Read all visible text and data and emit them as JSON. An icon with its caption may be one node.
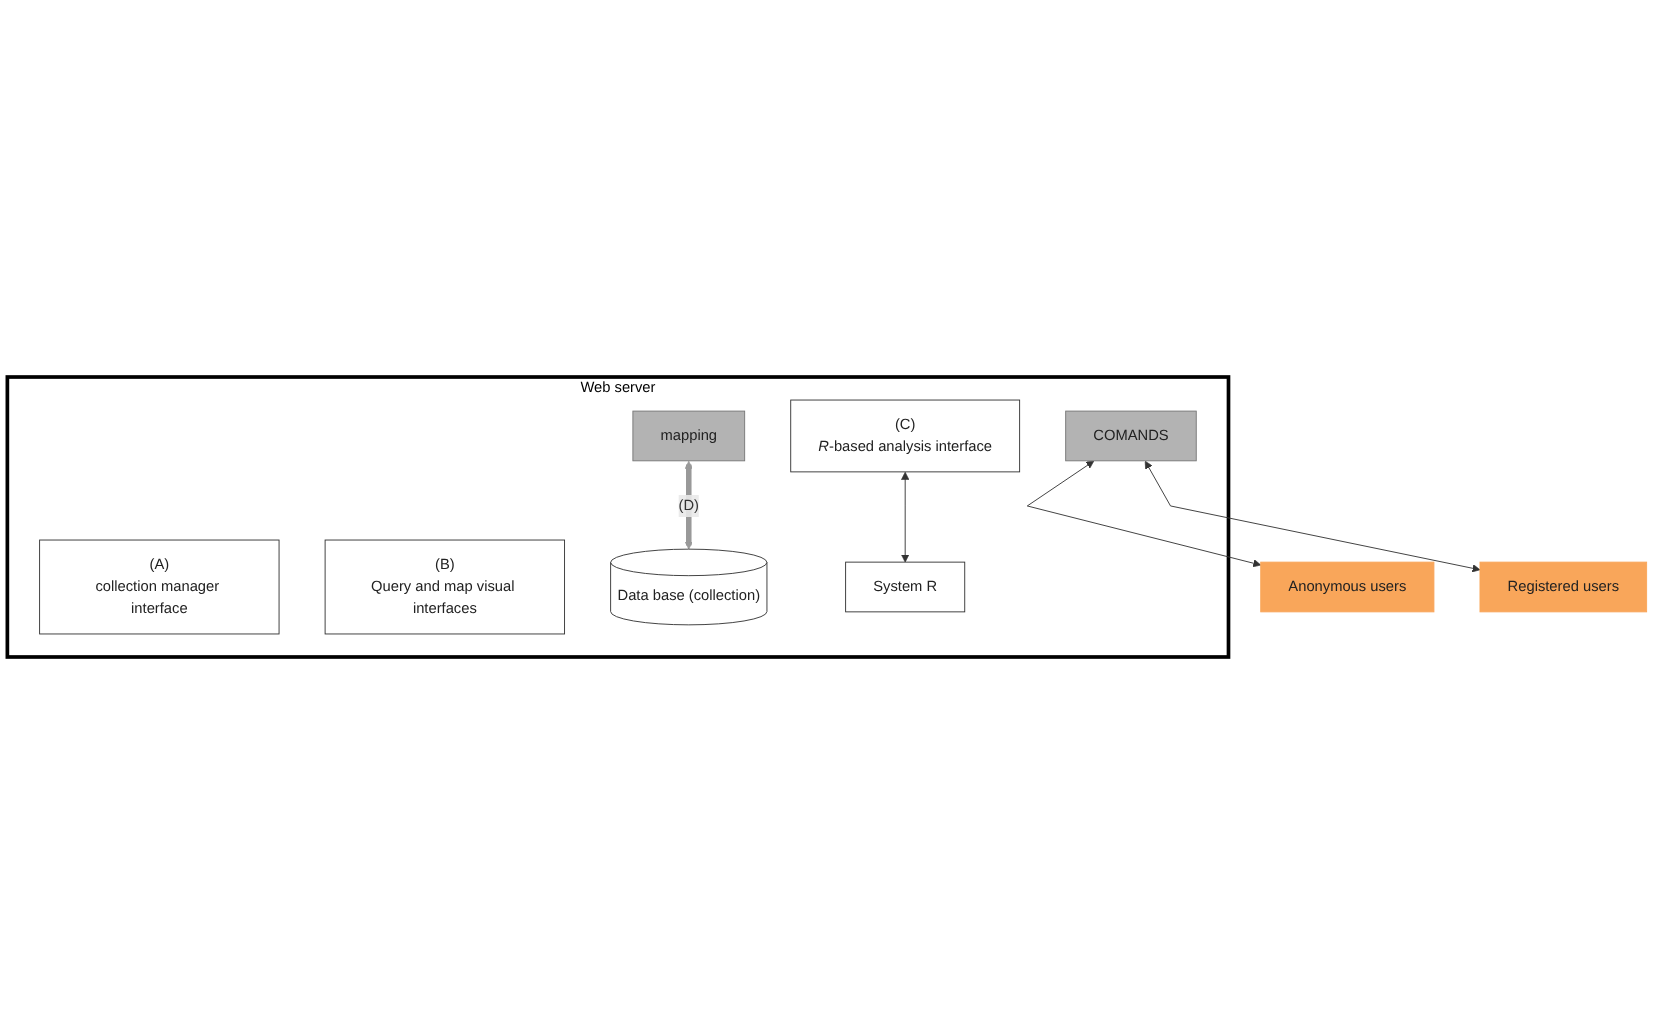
{
  "diagram": {
    "nodes": [
      {
        "text": [
          "Web server"
        ]
      },
      {
        "text": [
          "(A)",
          "collection manager interface"
        ],
        "in": 0
      },
      {
        "text": [
          "COMANDS"
        ],
        "in": 0
      },
      {
        "text": [
          "mapping"
        ],
        "in": 0
      },
      {
        "text": [
          "(B)",
          "Query and map visual interfaces"
        ],
        "in": 0
      },
      {
        "text": [
          "(C)",
          "*R*-based analysis interface"
        ],
        "in": 0
      },
      {
        "text": [
          "Data base (collection)"
        ],
        "in": 0
      },
      {
        "text": [
          "System R"
        ],
        "in": 0
      },
      {
        "text": [
          "Anonymous users"
        ]
      },
      {
        "text": [
          "Registered users"
        ]
      }
    ],
    "edges": [
      {
        "from": 3,
        "to": 6,
        "arrow": "both",
        "label": "(D)",
        "style": "thick",
        "color": "#999999"
      },
      {
        "from": 5,
        "to": 7,
        "arrow": "both"
      },
      {
        "from": 2,
        "to": 8,
        "arrow": "both"
      },
      {
        "from": 2,
        "to": 9,
        "arrow": "both"
      }
    ]
  }
}
